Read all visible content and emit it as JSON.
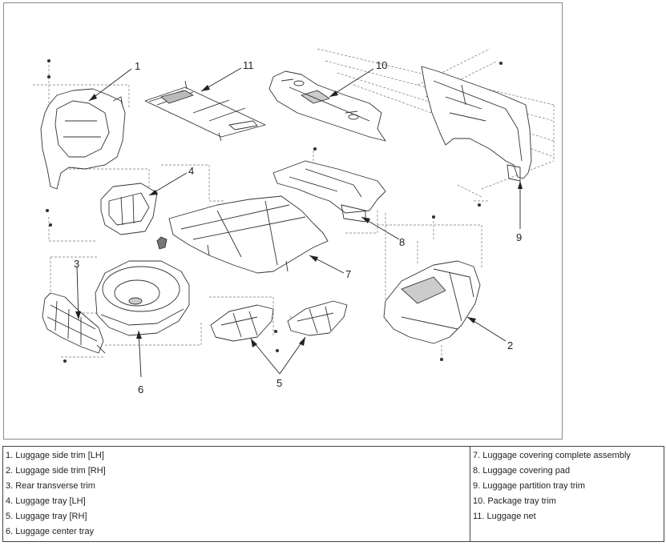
{
  "callouts": [
    "1",
    "2",
    "3",
    "4",
    "5",
    "6",
    "7",
    "8",
    "9",
    "10",
    "11"
  ],
  "legend": {
    "left": [
      "1. Luggage side trim [LH]",
      "2. Luggage side trim [RH]",
      "3. Rear transverse trim",
      "4. Luggage tray [LH]",
      "5. Luggage tray [RH]",
      "6. Luggage center tray"
    ],
    "right": [
      "7. Luggage covering complete assembly",
      "8. Luggage covering pad",
      "9. Luggage partition tray trim",
      "10. Package tray trim",
      "11. Luggage net"
    ]
  }
}
